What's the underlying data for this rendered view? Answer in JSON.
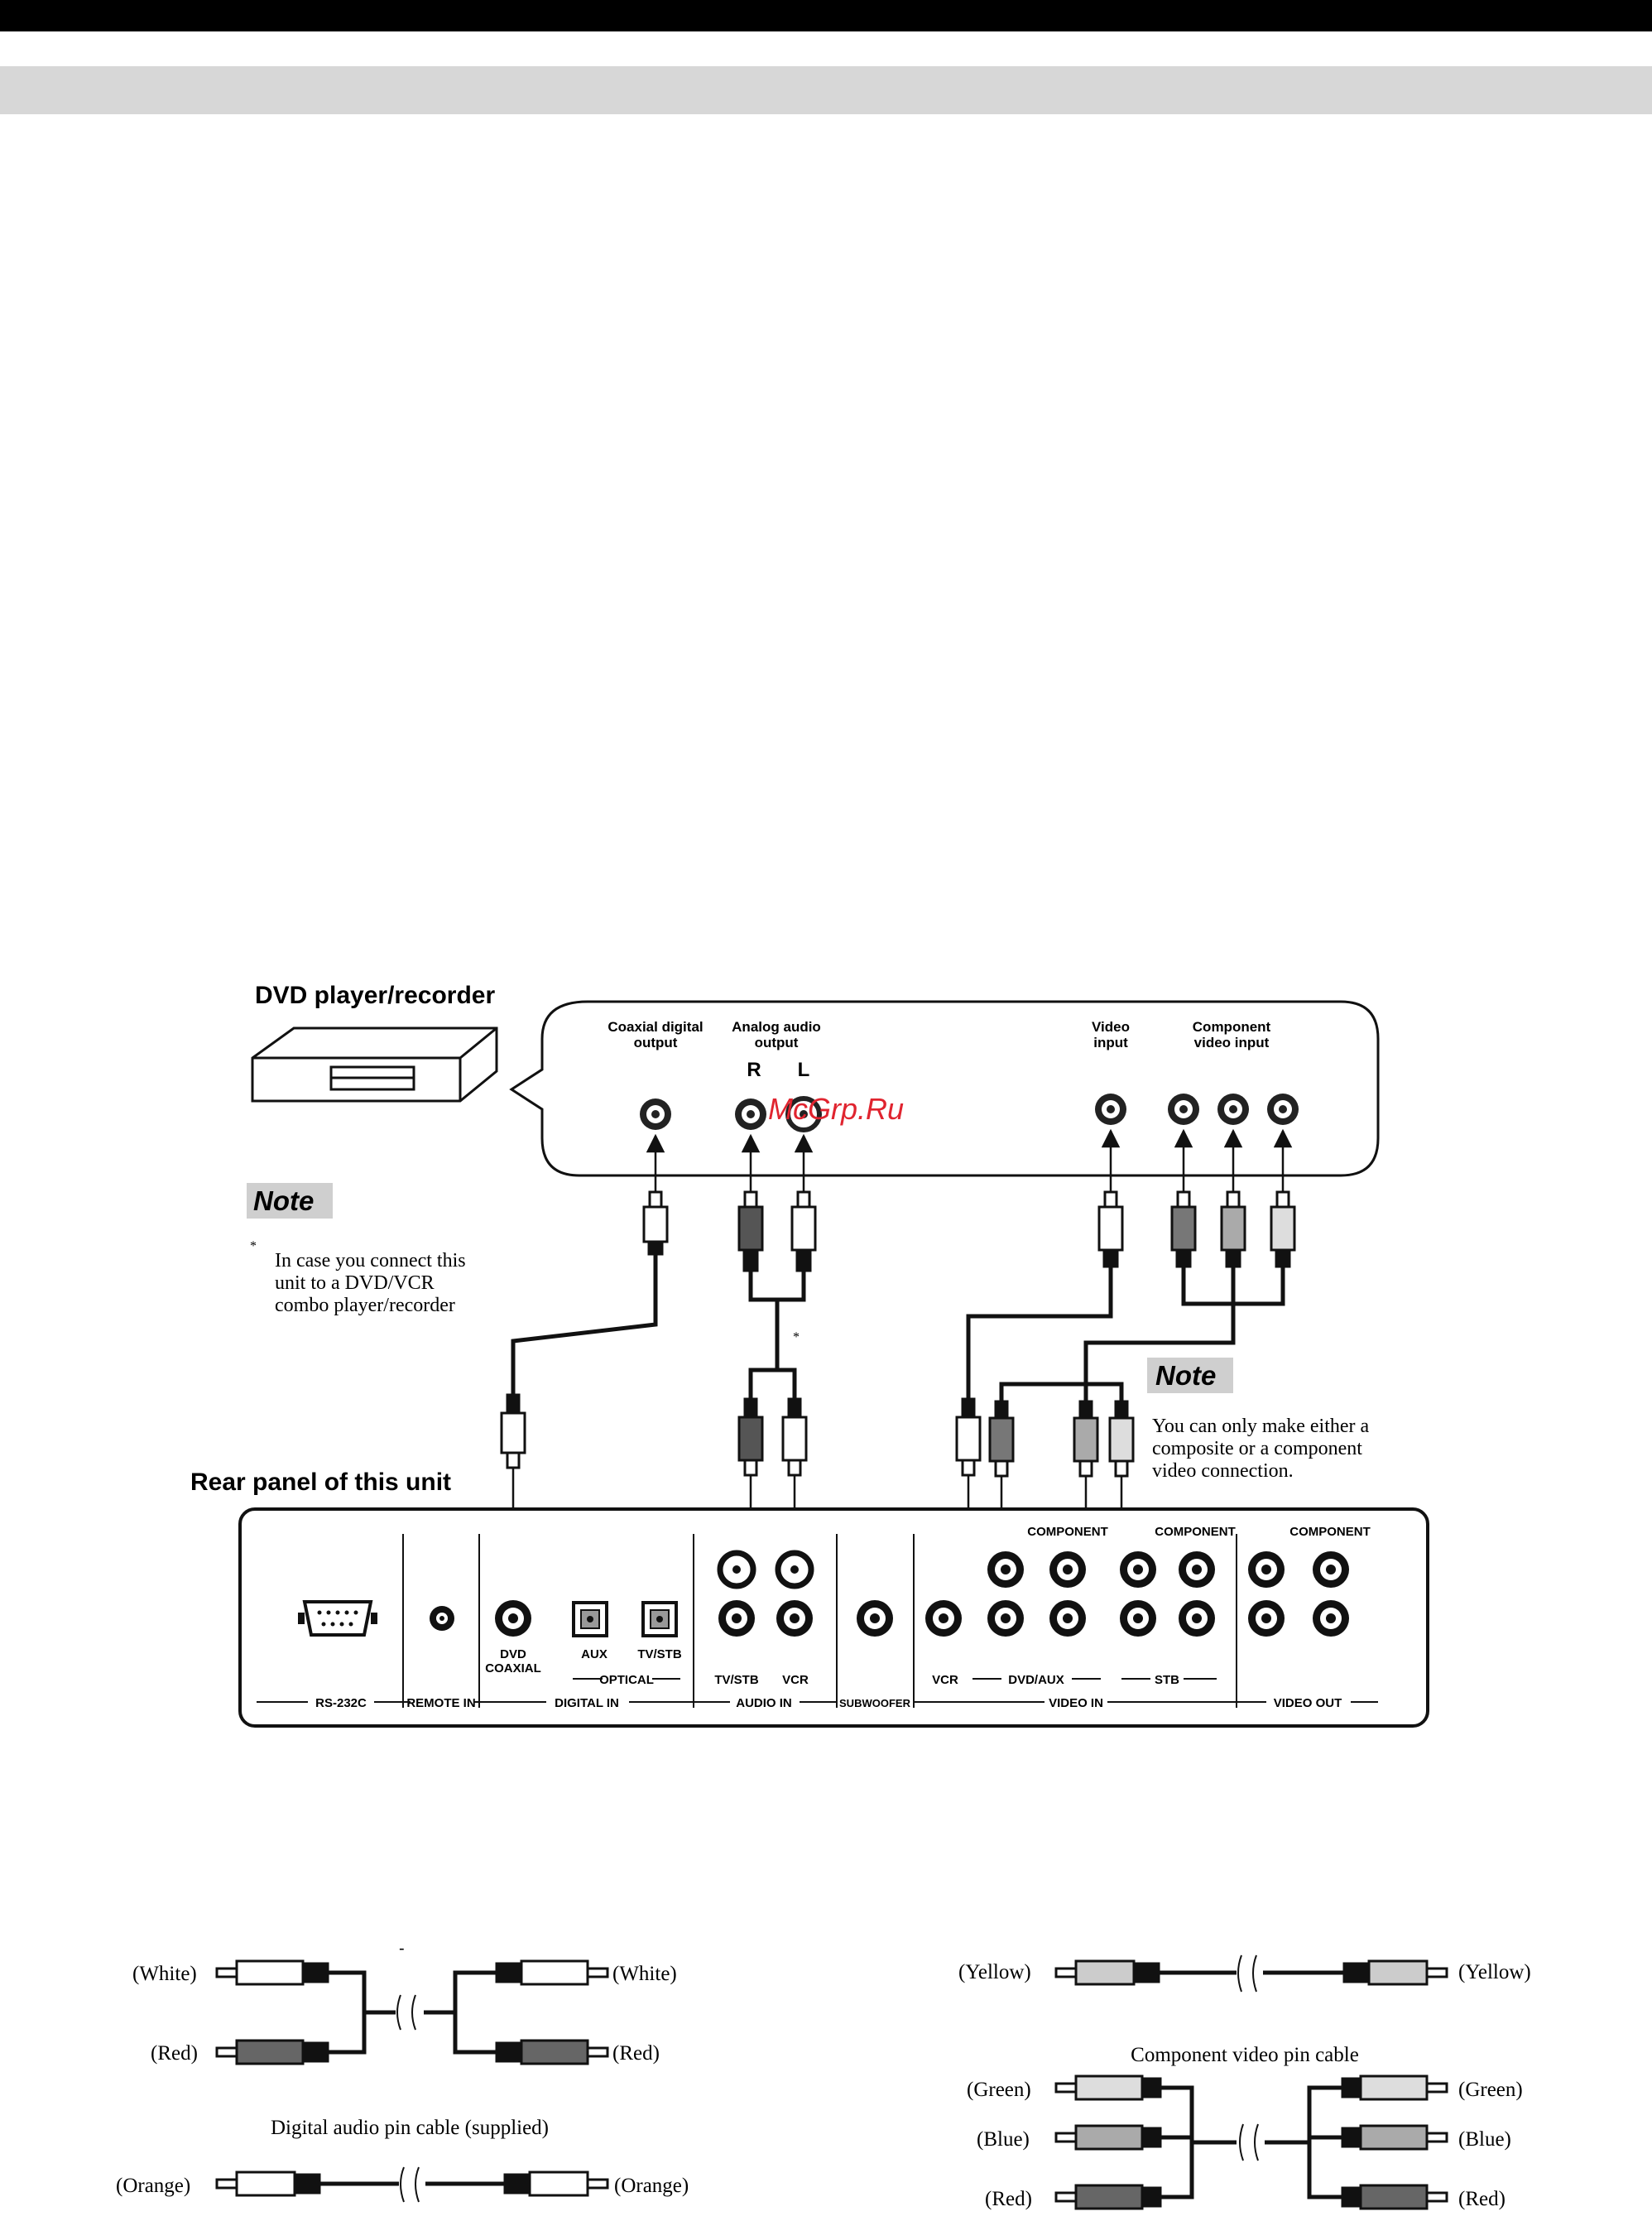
{
  "source": {
    "title": "DVD player/recorder",
    "labels": {
      "coaxial": "Coaxial digital\noutput",
      "analog": "Analog audio\noutput",
      "analog_r": "R",
      "analog_l": "L",
      "video": "Video\ninput",
      "component": "Component\nvideo input"
    }
  },
  "watermark": "McGrp.Ru",
  "note1": {
    "badge": "Note",
    "asterisk": "*",
    "text": "In case you connect this\nunit to a DVD/VCR\ncombo player/recorder"
  },
  "note2": {
    "badge": "Note",
    "text": "You can only make either a\ncomposite or a component\nvideo connection."
  },
  "rear_panel": {
    "title": "Rear panel of this unit",
    "labels": {
      "component_1": "COMPONENT",
      "component_2": "COMPONENT",
      "component_3": "COMPONENT",
      "dvd_coaxial": "DVD\nCOAXIAL",
      "aux": "AUX",
      "tv_stb_opt": "TV/STB",
      "optical": "OPTICAL",
      "tv_stb_audio": "TV/STB",
      "vcr_audio": "VCR",
      "vcr_video": "VCR",
      "dvd_aux": "DVD/AUX",
      "stb": "STB"
    },
    "sections": {
      "rs232c": "RS-232C",
      "remote_in": "REMOTE IN",
      "digital_in": "DIGITAL IN",
      "audio_in": "AUDIO IN",
      "subwoofer": "SUBWOOFER",
      "video_in": "VIDEO IN",
      "video_out": "VIDEO OUT"
    }
  },
  "cables": {
    "dash": "-",
    "audio_white_left": "(White)",
    "audio_white_right": "(White)",
    "audio_red_left": "(Red)",
    "audio_red_right": "(Red)",
    "digital_title": "Digital audio pin cable (supplied)",
    "digital_left": "(Orange)",
    "digital_right": "(Orange)",
    "video_yellow_left": "(Yellow)",
    "video_yellow_right": "(Yellow)",
    "component_title": "Component video pin cable",
    "comp_green_left": "(Green)",
    "comp_green_right": "(Green)",
    "comp_blue_left": "(Blue)",
    "comp_blue_right": "(Blue)",
    "comp_red_left": "(Red)",
    "comp_red_right": "(Red)"
  },
  "colors": {
    "watermark": "#e0242f",
    "note_badge": "#cfcfcf",
    "header_bar": "#000000",
    "sub_bar": "#d7d7d7"
  }
}
